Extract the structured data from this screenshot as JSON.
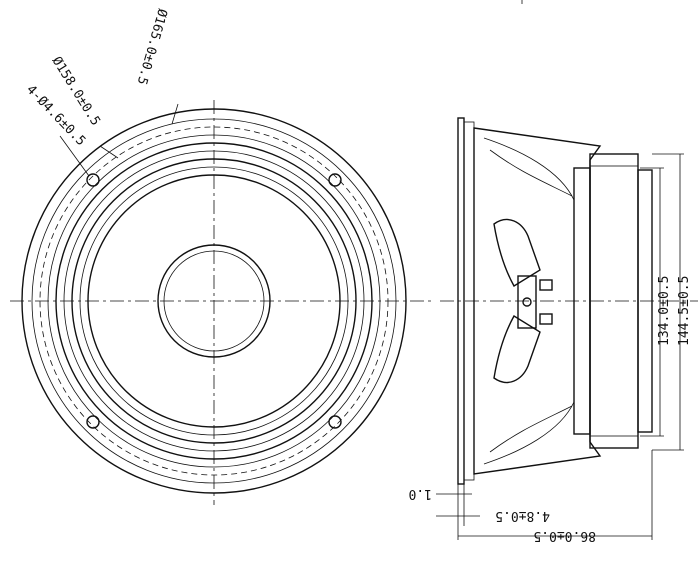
{
  "drawing": {
    "front_view": {
      "dimensions": {
        "outer_diameter": "Ø165.0±0.5",
        "bolt_circle": "Ø158.0±0.5",
        "holes": "4-Ø4.6±0.5"
      }
    },
    "side_view": {
      "dimensions": {
        "magnet_height": "134.0±0.5",
        "frame_height": "144.5±0.5",
        "flange_gap": "1.0",
        "flange_thickness": "4.8±0.5",
        "depth": "86.0±0.5"
      }
    }
  }
}
